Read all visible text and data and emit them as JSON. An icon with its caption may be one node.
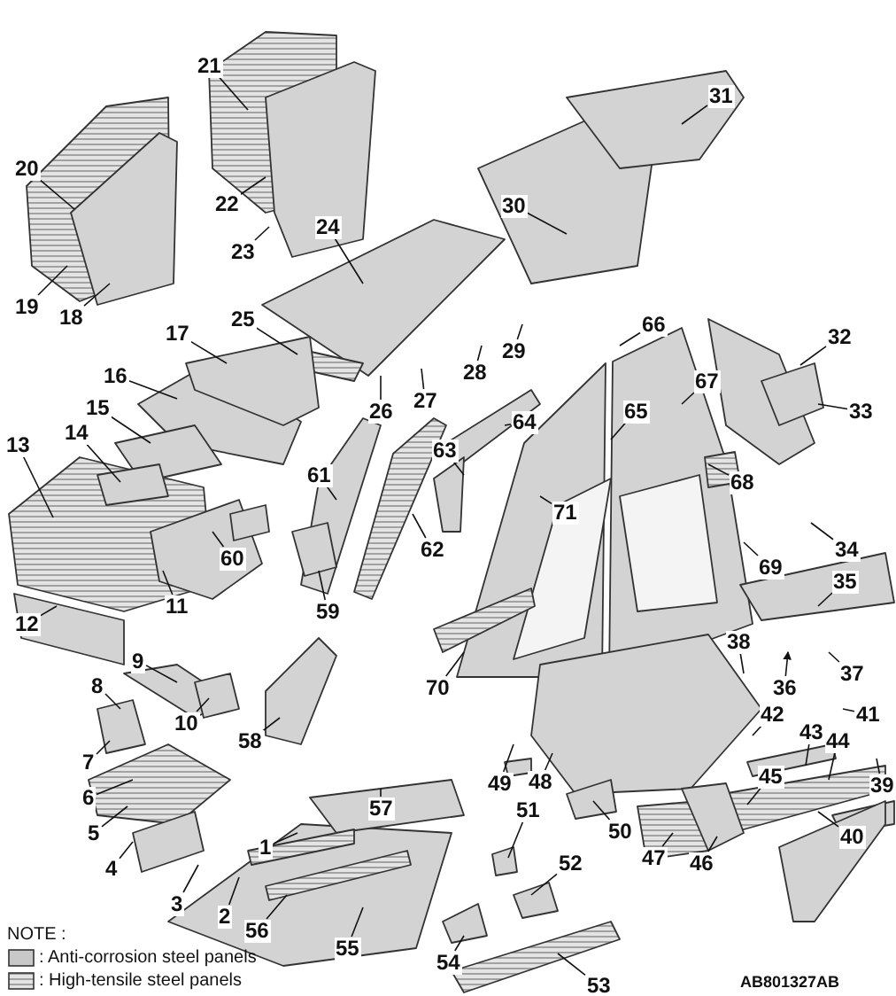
{
  "diagram": {
    "nodes": [
      {
        "text": [
          "1"
        ]
      },
      {
        "text": [
          "2"
        ]
      },
      {
        "text": [
          "3"
        ]
      },
      {
        "text": [
          "4"
        ]
      },
      {
        "text": [
          "5"
        ]
      },
      {
        "text": [
          "6"
        ]
      },
      {
        "text": [
          "7"
        ]
      },
      {
        "text": [
          "8"
        ]
      },
      {
        "text": [
          "9"
        ]
      },
      {
        "text": [
          "10"
        ]
      },
      {
        "text": [
          "11"
        ]
      },
      {
        "text": [
          "12"
        ]
      },
      {
        "text": [
          "13"
        ]
      },
      {
        "text": [
          "14"
        ]
      },
      {
        "text": [
          "15"
        ]
      },
      {
        "text": [
          "16"
        ]
      },
      {
        "text": [
          "17"
        ]
      },
      {
        "text": [
          "18"
        ]
      },
      {
        "text": [
          "19"
        ]
      },
      {
        "text": [
          "20"
        ]
      },
      {
        "text": [
          "21"
        ]
      },
      {
        "text": [
          "22"
        ]
      },
      {
        "text": [
          "23"
        ]
      },
      {
        "text": [
          "24"
        ]
      },
      {
        "text": [
          "25"
        ]
      },
      {
        "text": [
          "26"
        ]
      },
      {
        "text": [
          "27"
        ]
      },
      {
        "text": [
          "28"
        ]
      },
      {
        "text": [
          "29"
        ]
      },
      {
        "text": [
          "30"
        ]
      },
      {
        "text": [
          "31"
        ]
      },
      {
        "text": [
          "32"
        ]
      },
      {
        "text": [
          "33"
        ]
      },
      {
        "text": [
          "34"
        ]
      },
      {
        "text": [
          "35"
        ]
      },
      {
        "text": [
          "36"
        ]
      },
      {
        "text": [
          "37"
        ]
      },
      {
        "text": [
          "38"
        ]
      },
      {
        "text": [
          "39"
        ]
      },
      {
        "text": [
          "40"
        ]
      },
      {
        "text": [
          "41"
        ]
      },
      {
        "text": [
          "42"
        ]
      },
      {
        "text": [
          "43"
        ]
      },
      {
        "text": [
          "44"
        ]
      },
      {
        "text": [
          "45"
        ]
      },
      {
        "text": [
          "46"
        ]
      },
      {
        "text": [
          "47"
        ]
      },
      {
        "text": [
          "48"
        ]
      },
      {
        "text": [
          "49"
        ]
      },
      {
        "text": [
          "50"
        ]
      },
      {
        "text": [
          "51"
        ]
      },
      {
        "text": [
          "52"
        ]
      },
      {
        "text": [
          "53"
        ]
      },
      {
        "text": [
          "54"
        ]
      },
      {
        "text": [
          "55"
        ]
      },
      {
        "text": [
          "56"
        ]
      },
      {
        "text": [
          "57"
        ]
      },
      {
        "text": [
          "58"
        ]
      },
      {
        "text": [
          "59"
        ]
      },
      {
        "text": [
          "60"
        ]
      },
      {
        "text": [
          "61"
        ]
      },
      {
        "text": [
          "62"
        ]
      },
      {
        "text": [
          "63"
        ]
      },
      {
        "text": [
          "64"
        ]
      },
      {
        "text": [
          "65"
        ]
      },
      {
        "text": [
          "66"
        ]
      },
      {
        "text": [
          "67"
        ]
      },
      {
        "text": [
          "68"
        ]
      },
      {
        "text": [
          "69"
        ]
      },
      {
        "text": [
          "70"
        ]
      },
      {
        "text": [
          "71"
        ]
      }
    ],
    "edges": [
      {
        "from": 0,
        "to": null,
        "arrow": "none"
      },
      {
        "from": 1,
        "to": null,
        "arrow": "none"
      },
      {
        "from": 2,
        "to": null,
        "arrow": "none"
      },
      {
        "from": 3,
        "to": null,
        "arrow": "none"
      },
      {
        "from": 4,
        "to": null,
        "arrow": "none"
      },
      {
        "from": 5,
        "to": null,
        "arrow": "none"
      },
      {
        "from": 6,
        "to": null,
        "arrow": "none"
      },
      {
        "from": 7,
        "to": null,
        "arrow": "none"
      },
      {
        "from": 8,
        "to": null,
        "arrow": "none"
      },
      {
        "from": 9,
        "to": null,
        "arrow": "none"
      },
      {
        "from": 10,
        "to": null,
        "arrow": "none"
      },
      {
        "from": 11,
        "to": null,
        "arrow": "none"
      },
      {
        "from": 12,
        "to": null,
        "arrow": "none"
      },
      {
        "from": 13,
        "to": null,
        "arrow": "none"
      },
      {
        "from": 14,
        "to": null,
        "arrow": "none"
      },
      {
        "from": 15,
        "to": null,
        "arrow": "none"
      },
      {
        "from": 16,
        "to": null,
        "arrow": "none"
      },
      {
        "from": 17,
        "to": null,
        "arrow": "none"
      },
      {
        "from": 18,
        "to": null,
        "arrow": "none"
      },
      {
        "from": 19,
        "to": null,
        "arrow": "none"
      },
      {
        "from": 20,
        "to": null,
        "arrow": "none"
      },
      {
        "from": 21,
        "to": null,
        "arrow": "none"
      },
      {
        "from": 22,
        "to": null,
        "arrow": "none"
      },
      {
        "from": 23,
        "to": null,
        "arrow": "none"
      },
      {
        "from": 24,
        "to": null,
        "arrow": "none"
      },
      {
        "from": 25,
        "to": null,
        "arrow": "none"
      },
      {
        "from": 26,
        "to": null,
        "arrow": "none"
      },
      {
        "from": 27,
        "to": null,
        "arrow": "none"
      },
      {
        "from": 28,
        "to": null,
        "arrow": "none"
      },
      {
        "from": 29,
        "to": null,
        "arrow": "none"
      },
      {
        "from": 30,
        "to": null,
        "arrow": "none"
      },
      {
        "from": 31,
        "to": null,
        "arrow": "none"
      },
      {
        "from": 32,
        "to": null,
        "arrow": "none"
      },
      {
        "from": 33,
        "to": null,
        "arrow": "none"
      },
      {
        "from": 34,
        "to": null,
        "arrow": "none"
      },
      {
        "from": 35,
        "to": null,
        "arrow": "to"
      },
      {
        "from": 36,
        "to": null,
        "arrow": "none"
      },
      {
        "from": 37,
        "to": null,
        "arrow": "none"
      },
      {
        "from": 38,
        "to": null,
        "arrow": "none"
      },
      {
        "from": 39,
        "to": null,
        "arrow": "none"
      },
      {
        "from": 40,
        "to": null,
        "arrow": "none"
      },
      {
        "from": 41,
        "to": null,
        "arrow": "none"
      },
      {
        "from": 42,
        "to": null,
        "arrow": "none"
      },
      {
        "from": 43,
        "to": null,
        "arrow": "none"
      },
      {
        "from": 44,
        "to": null,
        "arrow": "none"
      },
      {
        "from": 45,
        "to": null,
        "arrow": "none"
      },
      {
        "from": 46,
        "to": null,
        "arrow": "none"
      },
      {
        "from": 47,
        "to": null,
        "arrow": "none"
      },
      {
        "from": 48,
        "to": null,
        "arrow": "none"
      },
      {
        "from": 49,
        "to": null,
        "arrow": "none"
      },
      {
        "from": 50,
        "to": null,
        "arrow": "none"
      },
      {
        "from": 51,
        "to": null,
        "arrow": "none"
      },
      {
        "from": 52,
        "to": null,
        "arrow": "none"
      },
      {
        "from": 53,
        "to": null,
        "arrow": "none"
      },
      {
        "from": 54,
        "to": null,
        "arrow": "none"
      },
      {
        "from": 55,
        "to": null,
        "arrow": "none"
      },
      {
        "from": 56,
        "to": null,
        "arrow": "none"
      },
      {
        "from": 57,
        "to": null,
        "arrow": "none"
      },
      {
        "from": 58,
        "to": null,
        "arrow": "none"
      },
      {
        "from": 59,
        "to": null,
        "arrow": "none"
      },
      {
        "from": 60,
        "to": null,
        "arrow": "none"
      },
      {
        "from": 61,
        "to": null,
        "arrow": "none"
      },
      {
        "from": 62,
        "to": null,
        "arrow": "none"
      },
      {
        "from": 63,
        "to": null,
        "arrow": "none"
      },
      {
        "from": 64,
        "to": null,
        "arrow": "none"
      },
      {
        "from": 65,
        "to": null,
        "arrow": "none"
      },
      {
        "from": 66,
        "to": null,
        "arrow": "none"
      },
      {
        "from": 67,
        "to": null,
        "arrow": "none"
      },
      {
        "from": 68,
        "to": null,
        "arrow": "none"
      },
      {
        "from": 69,
        "to": null,
        "arrow": "none"
      },
      {
        "from": 70,
        "to": null,
        "arrow": "none"
      }
    ],
    "labels": [
      "NOTE :",
      "AB801327AB"
    ],
    "legend": [
      {
        "text": ": Anti-corrosion steel panels"
      },
      {
        "text": ": High-tensile steel panels"
      }
    ]
  }
}
